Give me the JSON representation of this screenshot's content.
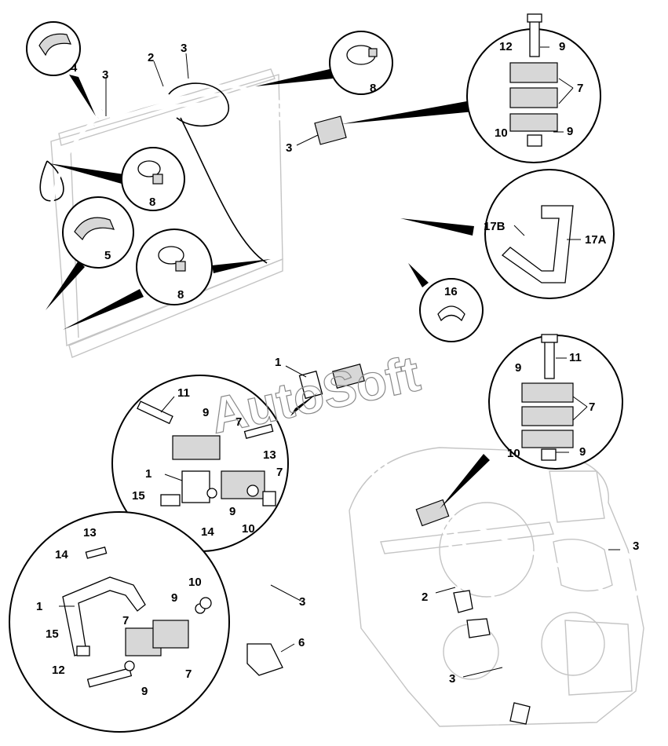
{
  "diagram": {
    "watermark": "AutoSoft",
    "callouts": [
      {
        "id": "c-top-4",
        "label": "4"
      },
      {
        "id": "c-top-3a",
        "label": "3"
      },
      {
        "id": "c-top-2",
        "label": "2"
      },
      {
        "id": "c-top-3b",
        "label": "3"
      },
      {
        "id": "c-top-8",
        "label": "8"
      },
      {
        "id": "c-rad-3",
        "label": "3"
      },
      {
        "id": "c-left-8a",
        "label": "8"
      },
      {
        "id": "c-left-5",
        "label": "5"
      },
      {
        "id": "c-left-8b",
        "label": "8"
      },
      {
        "id": "c-tr-12",
        "label": "12"
      },
      {
        "id": "c-tr-9a",
        "label": "9"
      },
      {
        "id": "c-tr-7",
        "label": "7"
      },
      {
        "id": "c-tr-10",
        "label": "10"
      },
      {
        "id": "c-tr-9b",
        "label": "9"
      },
      {
        "id": "c-br-17B",
        "label": "17B"
      },
      {
        "id": "c-br-17A",
        "label": "17A"
      },
      {
        "id": "c-16",
        "label": "16"
      },
      {
        "id": "c-mid-1",
        "label": "1"
      },
      {
        "id": "c-r2-11",
        "label": "11"
      },
      {
        "id": "c-r2-9a",
        "label": "9"
      },
      {
        "id": "c-r2-7",
        "label": "7"
      },
      {
        "id": "c-r2-10",
        "label": "10"
      },
      {
        "id": "c-r2-9b",
        "label": "9"
      },
      {
        "id": "c-ml-11",
        "label": "11"
      },
      {
        "id": "c-ml-9a",
        "label": "9"
      },
      {
        "id": "c-ml-7a",
        "label": "7"
      },
      {
        "id": "c-ml-13",
        "label": "13"
      },
      {
        "id": "c-ml-1",
        "label": "1"
      },
      {
        "id": "c-ml-7b",
        "label": "7"
      },
      {
        "id": "c-ml-15",
        "label": "15"
      },
      {
        "id": "c-ml-14",
        "label": "14"
      },
      {
        "id": "c-ml-9b",
        "label": "9"
      },
      {
        "id": "c-ml-10",
        "label": "10"
      },
      {
        "id": "c-bl-13",
        "label": "13"
      },
      {
        "id": "c-bl-14",
        "label": "14"
      },
      {
        "id": "c-bl-10",
        "label": "10"
      },
      {
        "id": "c-bl-9a",
        "label": "9"
      },
      {
        "id": "c-bl-1",
        "label": "1"
      },
      {
        "id": "c-bl-7a",
        "label": "7"
      },
      {
        "id": "c-bl-15",
        "label": "15"
      },
      {
        "id": "c-bl-7b",
        "label": "7"
      },
      {
        "id": "c-bl-12",
        "label": "12"
      },
      {
        "id": "c-bl-9b",
        "label": "9"
      },
      {
        "id": "c-hose-3",
        "label": "3"
      },
      {
        "id": "c-6",
        "label": "6"
      },
      {
        "id": "c-pump-3",
        "label": "3"
      },
      {
        "id": "c-pump-2",
        "label": "2"
      },
      {
        "id": "c-pump-3b",
        "label": "3"
      }
    ]
  }
}
